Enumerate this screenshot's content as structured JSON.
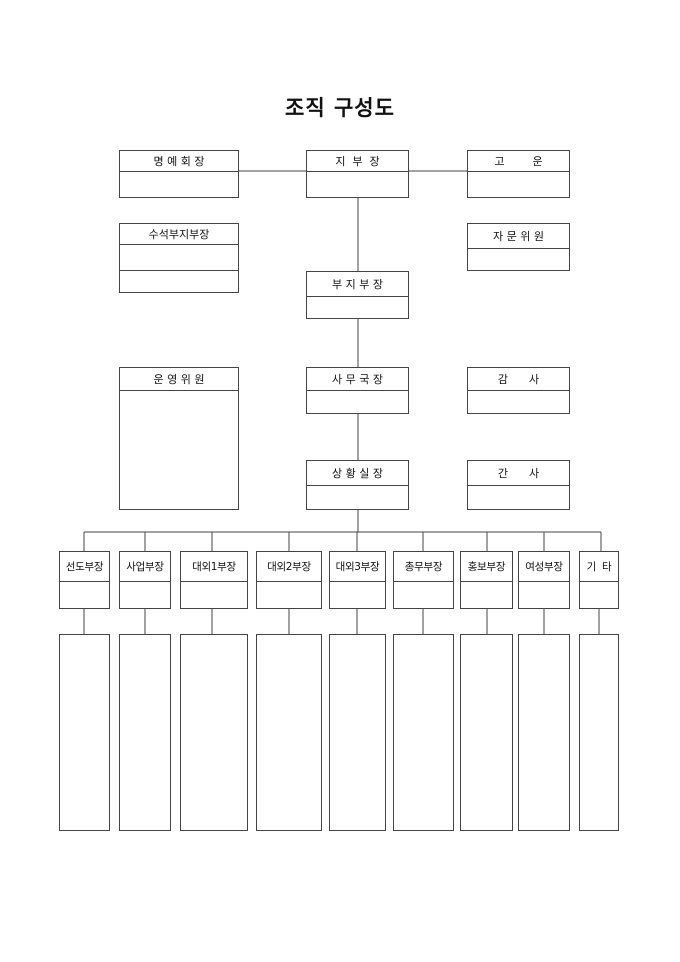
{
  "title": "조직 구성도",
  "org": {
    "honorary_chair": "명 예 회 장",
    "branch_head": "지  부  장",
    "advisor": "고        운",
    "senior_deputy": "수석부지부장",
    "advisory_committee": "자 문 위 원",
    "deputy_head": "부 지 부 장",
    "steering_committee": "운 영 위 원",
    "secretary_general": "사 무 국 장",
    "auditor": "감      사",
    "situation_room": "상 황 실 장",
    "administrator": "간      사"
  },
  "departments": [
    "선도부장",
    "사업부장",
    "대외1부장",
    "대외2부장",
    "대외3부장",
    "총무부장",
    "홍보부장",
    "여성부장",
    "기  타"
  ]
}
